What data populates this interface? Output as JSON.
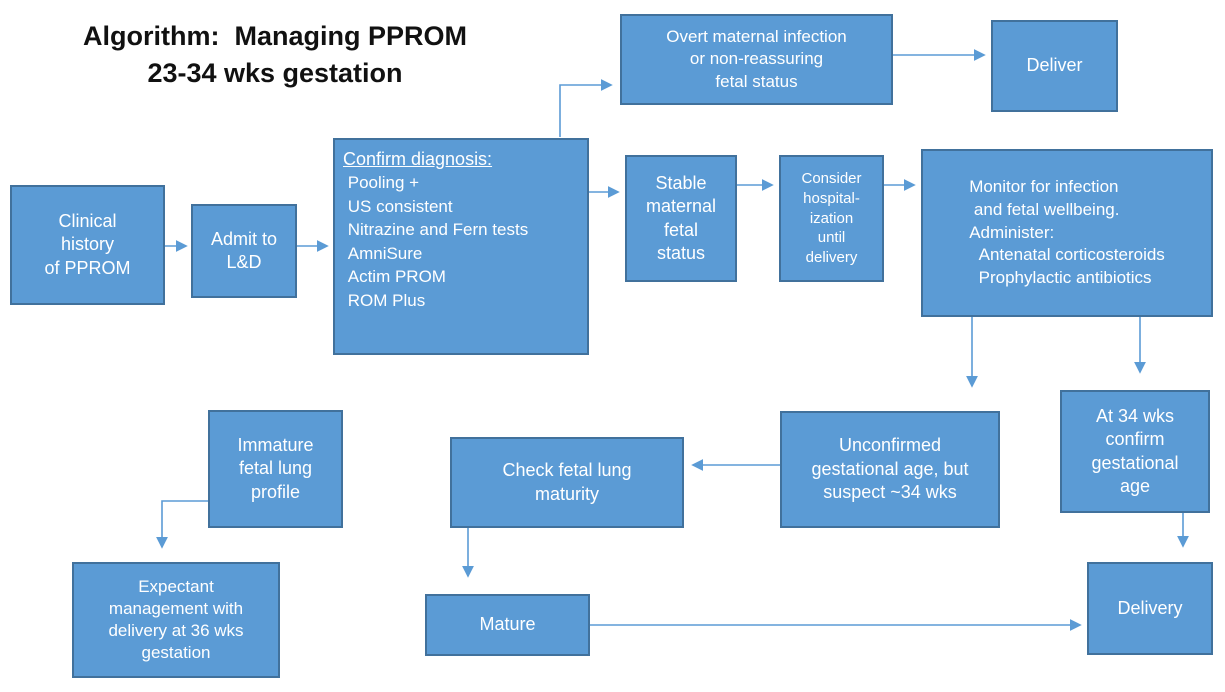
{
  "diagram": {
    "title": "Algorithm:  Managing PPROM\n23-34 wks gestation"
  },
  "colors": {
    "box_fill": "#5b9bd5",
    "box_border": "#41719c",
    "connector": "#5b9bd5",
    "node_text": "#ffffff",
    "title_text": "#111111",
    "background": "#ffffff"
  },
  "nodes": {
    "clinical_history": {
      "text": "Clinical\nhistory\nof PPROM"
    },
    "admit": {
      "text": "Admit to\nL&D"
    },
    "confirm": {
      "heading": "Confirm diagnosis:",
      "body": " Pooling +\n US consistent\n Nitrazine and Fern tests\n AmniSure\n Actim PROM\n ROM Plus"
    },
    "overt": {
      "text": "Overt maternal infection\nor non-reassuring\nfetal status"
    },
    "deliver": {
      "text": "Deliver"
    },
    "stable": {
      "text": "Stable\nmaternal\nfetal\nstatus"
    },
    "consider": {
      "text": "Consider\nhospital-\nization\nuntil\ndelivery"
    },
    "monitor": {
      "text": "Monitor for infection\n and fetal wellbeing.\nAdminister:\n  Antenatal corticosteroids\n  Prophylactic antibiotics"
    },
    "at34": {
      "text": "At 34 wks\nconfirm\ngestational\nage"
    },
    "unconfirmed": {
      "text": "Unconfirmed\ngestational age, but\nsuspect ~34 wks"
    },
    "immature": {
      "text": "Immature\nfetal lung\nprofile"
    },
    "check": {
      "text": "Check fetal lung\nmaturity"
    },
    "expectant": {
      "text": "Expectant\nmanagement with\ndelivery at 36 wks\ngestation"
    },
    "mature": {
      "text": "Mature"
    },
    "delivery": {
      "text": "Delivery"
    }
  }
}
